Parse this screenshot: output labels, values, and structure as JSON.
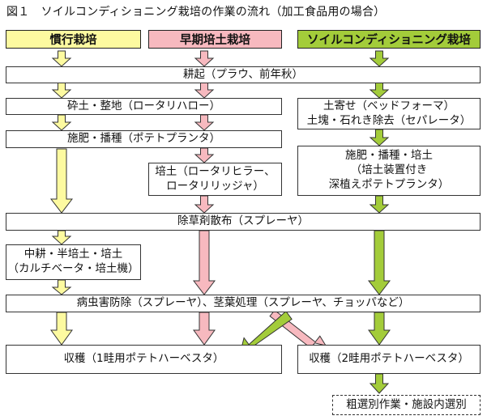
{
  "title": "図１　ソイルコンディショニング栽培の作業の流れ（加工食品用の場合）",
  "headers": {
    "conventional": "慣行栽培",
    "early_hilling": "早期培土栽培",
    "soil_conditioning": "ソイルコンディショニング栽培"
  },
  "steps": {
    "plowing": "耕起（プラウ、前年秋）",
    "harrowing": "砕土・整地（ロータリハロー）",
    "bed_forming_line1": "土寄せ（ベッドフォーマ）",
    "bed_forming_line2": "土塊・石れき除去（セパレータ）",
    "planting_conv": "施肥・播種（ポテトプランタ）",
    "hilling_early_line1": "培土（ロータリヒラー、",
    "hilling_early_line2": "ロータリリッジャ）",
    "planting_sc_line1": "施肥・播種・培土",
    "planting_sc_line2": "（培土装置付き",
    "planting_sc_line3": "深植えポテトプランタ）",
    "herbicide": "除草剤散布（スプレーヤ）",
    "cultivation_line1": "中耕・半培土・培土",
    "cultivation_line2": "（カルチベータ・培土機）",
    "pest_control": "病虫害防除（スプレーヤ）、茎葉処理（スプレーヤ、チョッパなど）",
    "harvest_1row": "収穫（1畦用ポテトハーベスタ）",
    "harvest_2row": "収穫（2畦用ポテトハーベスタ）",
    "sorting": "粗選別作業・施設内選別"
  },
  "colors": {
    "conventional": "#fdfaa0",
    "early_hilling": "#f7b9bf",
    "soil_conditioning": "#a3cc3a",
    "border": "#333333"
  }
}
